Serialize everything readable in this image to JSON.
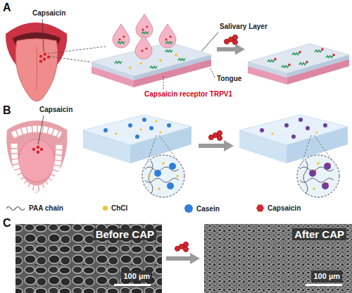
{
  "diagram": {
    "nodes": [
      {
        "text": [
          "Before CAP",
          "100 µm"
        ]
      },
      {
        "text": [
          "After CAP",
          "100 µm"
        ]
      }
    ],
    "edges": [
      {
        "from": 0,
        "to": 1,
        "arrow": "to"
      }
    ],
    "labels": [
      "A",
      "Capsaicin",
      "Salivary Layer",
      "Tongue",
      "Capsaicin receptor TRPV1",
      "B",
      "Capsaicin",
      "C"
    ],
    "legend": [
      {
        "text": "PAA chain"
      },
      {
        "text": "ChCl",
        "color": "#f2c230"
      },
      {
        "text": "Casein",
        "color": "#2f7fd8"
      },
      {
        "text": "Capsaicin",
        "color": "#d7262c"
      }
    ]
  }
}
